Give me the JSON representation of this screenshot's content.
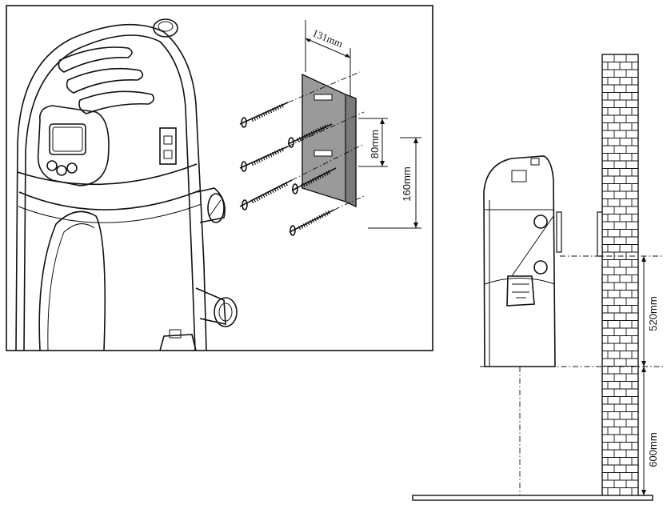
{
  "labels": {
    "bracket_width": "131mm",
    "screw_spacing": "80mm",
    "bracket_height": "160mm",
    "unit_height": "520mm",
    "floor_clearance": "600mm"
  },
  "colors": {
    "line": "#111111",
    "bracket_fill": "#9a9a9a",
    "background": "#ffffff"
  }
}
